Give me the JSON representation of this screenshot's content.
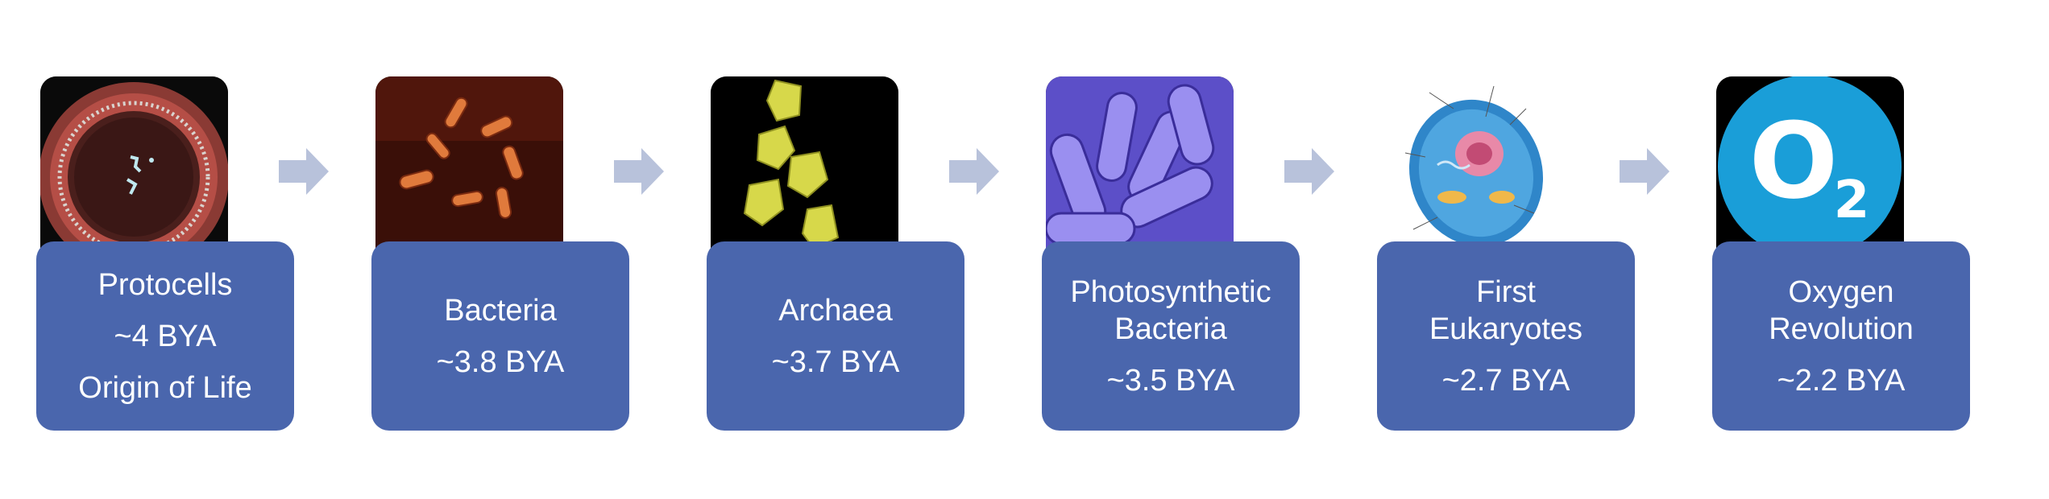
{
  "steps": [
    {
      "id": "protocells",
      "lines": [
        "Protocells",
        "~4 BYA",
        "Origin of Life"
      ]
    },
    {
      "id": "bacteria",
      "lines": [
        "Bacteria",
        "~3.8 BYA"
      ]
    },
    {
      "id": "archaea",
      "lines": [
        "Archaea",
        "~3.7 BYA"
      ]
    },
    {
      "id": "photosynthetic-bacteria",
      "title_lines": [
        "Photosynthetic",
        "Bacteria"
      ],
      "age": "~3.5 BYA"
    },
    {
      "id": "first-eukaryotes",
      "title_lines": [
        "First",
        "Eukaryotes"
      ],
      "age": "~2.7 BYA"
    },
    {
      "id": "oxygen-revolution",
      "title_lines": [
        "Oxygen",
        "Revolution"
      ],
      "age": "~2.2 BYA"
    }
  ],
  "images": [
    {
      "name": "protocell-image"
    },
    {
      "name": "bacteria-image"
    },
    {
      "name": "archaea-image"
    },
    {
      "name": "photosynthetic-bacteria-image"
    },
    {
      "name": "eukaryotic-cell-diagram-image"
    },
    {
      "name": "oxygen-o2-logo-image",
      "symbol": "O",
      "subscript": "2"
    }
  ],
  "colors": {
    "card": "#4a66ad",
    "card_text": "#ffffff",
    "arrow": "#b8c2db",
    "o2_background": "#1a9ed8"
  },
  "connector_icon": "right-arrow-icon"
}
